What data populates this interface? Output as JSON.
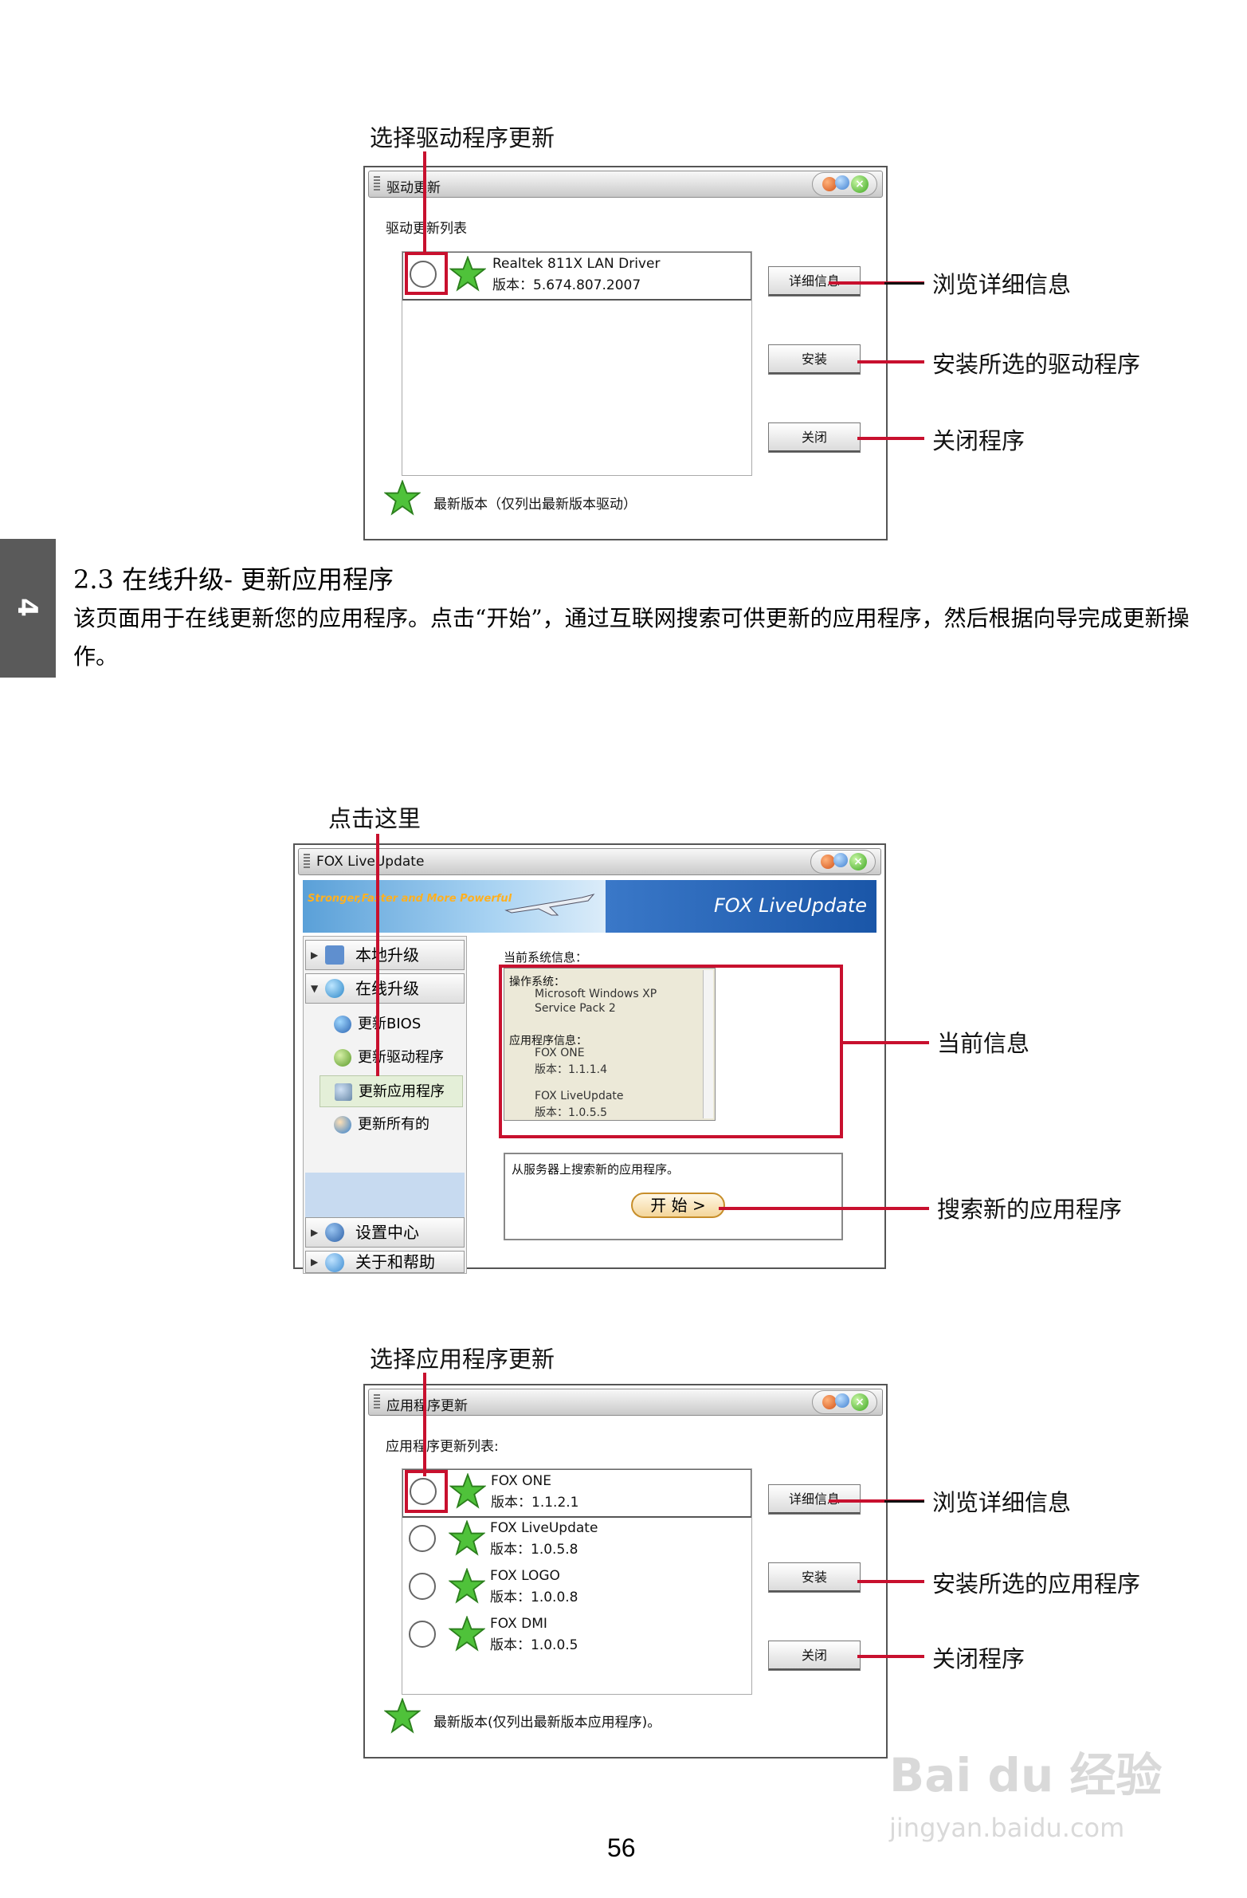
{
  "side_tab": "4",
  "page_number": "56",
  "section": {
    "title": "2.3 在线升级- 更新应用程序",
    "paragraph": "该页面用于在线更新您的应用程序。点击“开始”，通过互联网搜索可供更新的应用程序，然后根据向导完成更新操作。"
  },
  "fig1": {
    "top_callout": "选择驱动程序更新",
    "window_title": "驱动更新",
    "list_label": "驱动更新列表",
    "items": [
      {
        "name": "Realtek 811X LAN Driver",
        "version": "版本：5.674.807.2007"
      }
    ],
    "buttons": {
      "details": "详细信息",
      "install": "安装",
      "close": "关闭"
    },
    "footer": "最新版本（仅列出最新版本驱动）",
    "callouts": {
      "details": "浏览详细信息",
      "install": "安装所选的驱动程序",
      "close": "关闭程序"
    }
  },
  "fig2": {
    "top_callout": "点击这里",
    "window_title": "FOX LiveUpdate",
    "slogan": "Stronger,Faster and More Powerful",
    "brand": "FOX LiveUpdate",
    "nav": {
      "local": "本地升级",
      "online": "在线升级",
      "sub": [
        "更新BIOS",
        "更新驱动程序",
        "更新应用程序",
        "更新所有的"
      ],
      "settings": "设置中心",
      "help": "关于和帮助"
    },
    "info_title": "当前系统信息：",
    "info": {
      "os_label": "操作系统：",
      "os_name": "Microsoft Windows XP",
      "os_sp": "Service Pack 2",
      "app_label": "应用程序信息：",
      "app1": "FOX ONE",
      "app1_ver": "版本：1.1.1.4",
      "app2": "FOX LiveUpdate",
      "app2_ver": "版本：1.0.5.5"
    },
    "search_text": "从服务器上搜索新的应用程序。",
    "start_button": "开 始 >",
    "callouts": {
      "info": "当前信息",
      "search": "搜索新的应用程序"
    }
  },
  "fig3": {
    "top_callout": "选择应用程序更新",
    "window_title": "应用程序更新",
    "list_label": "应用程序更新列表:",
    "items": [
      {
        "name": "FOX ONE",
        "version": "版本：1.1.2.1"
      },
      {
        "name": "FOX LiveUpdate",
        "version": "版本：1.0.5.8"
      },
      {
        "name": "FOX LOGO",
        "version": "版本：1.0.0.8"
      },
      {
        "name": "FOX DMI",
        "version": "版本：1.0.0.5"
      }
    ],
    "buttons": {
      "details": "详细信息",
      "install": "安装",
      "close": "关闭"
    },
    "footer": "最新版本(仅列出最新版本应用程序)。",
    "callouts": {
      "details": "浏览详细信息",
      "install": "安装所选的应用程序",
      "close": "关闭程序"
    }
  },
  "watermark": {
    "line1": "Bai du 经验",
    "line2": "jingyan.baidu.com"
  }
}
